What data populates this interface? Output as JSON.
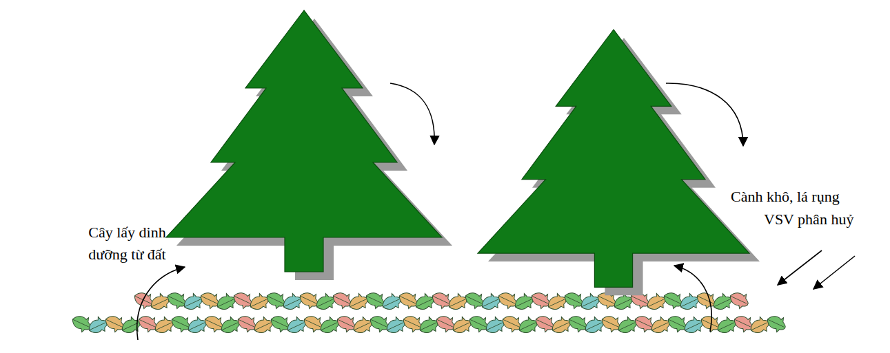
{
  "diagram": {
    "labels": [
      "Cành khô, lá rụng",
      "VSV phân huỷ",
      "Cây lấy dinh dưỡng từ đất"
    ]
  }
}
